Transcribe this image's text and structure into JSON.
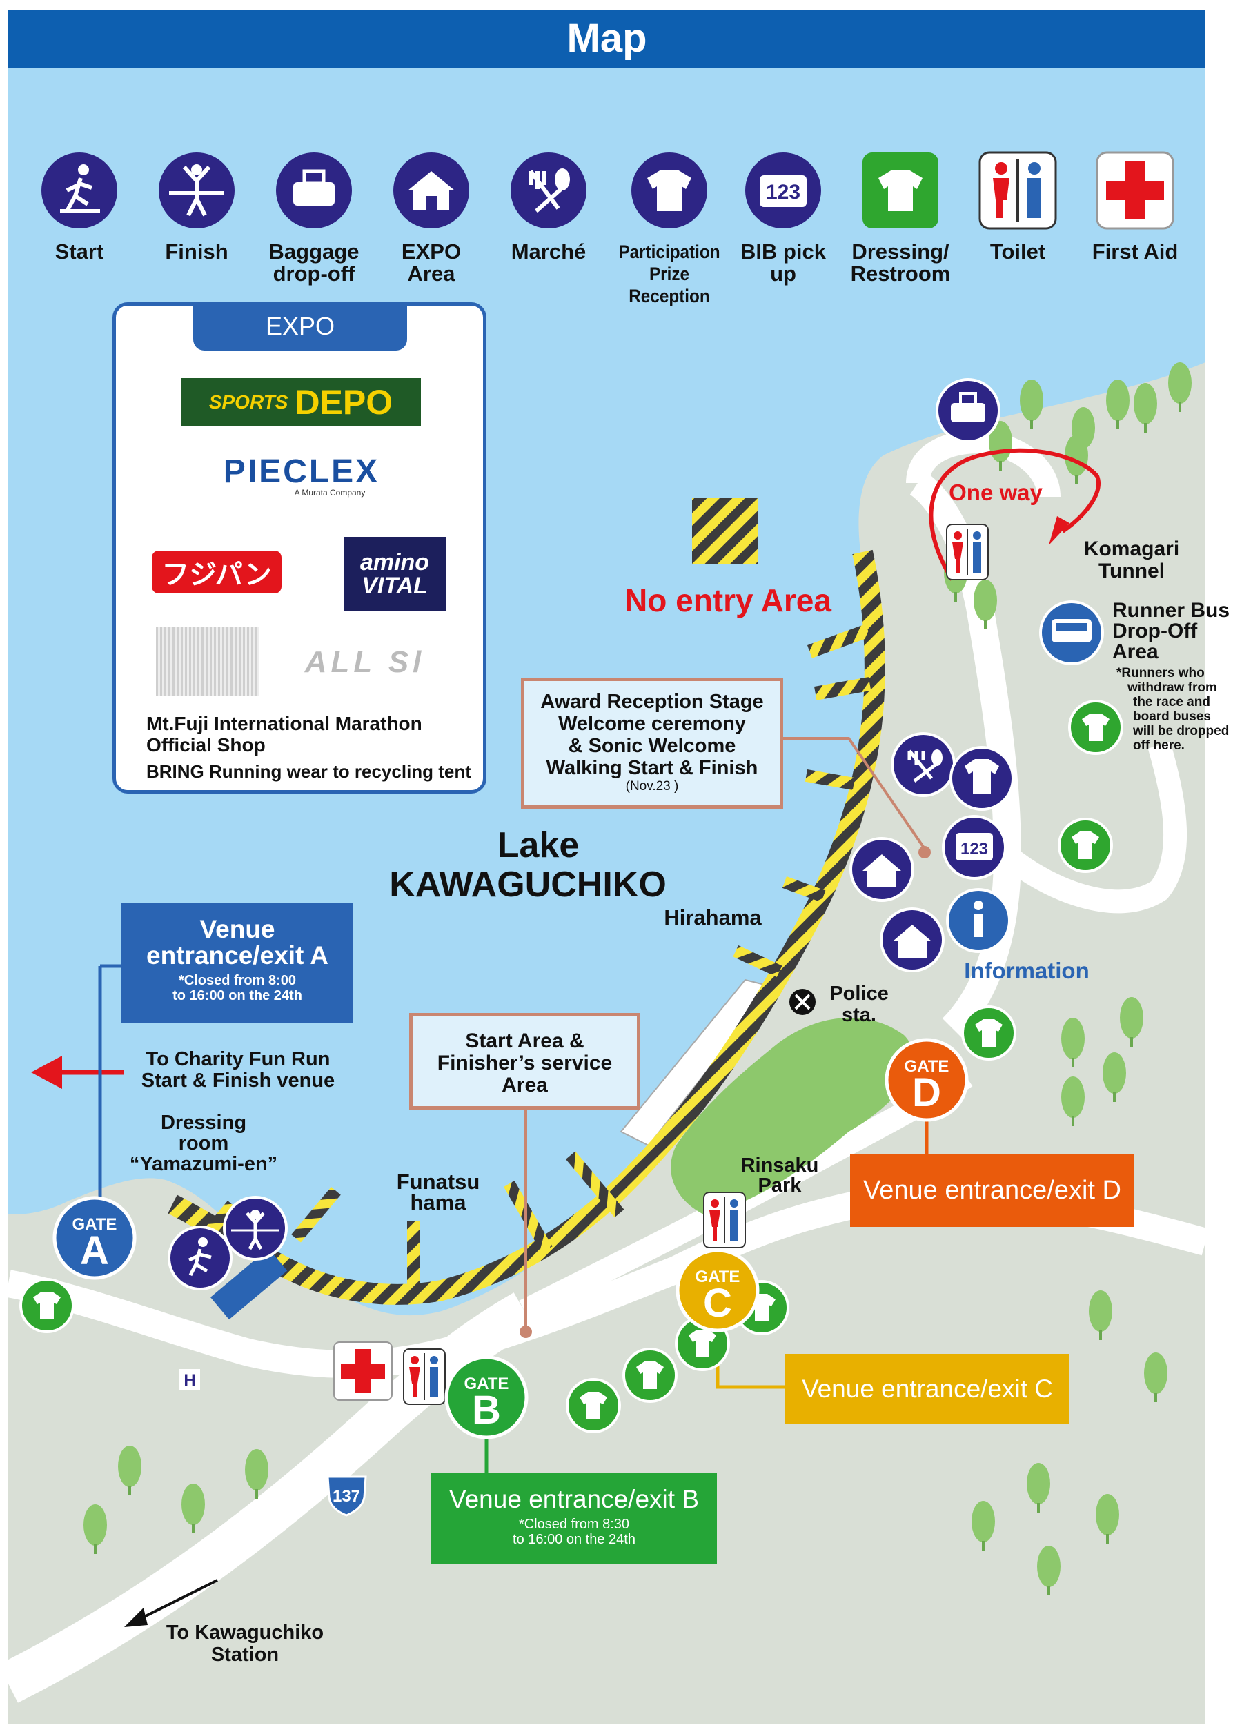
{
  "header": {
    "title": "Map"
  },
  "legend": [
    {
      "label": "Start",
      "icon": "runner-icon"
    },
    {
      "label": "Finish",
      "icon": "finish-tape-icon"
    },
    {
      "label": "Baggage drop-off",
      "icon": "baggage-icon"
    },
    {
      "label": "EXPO Area",
      "icon": "tent-icon"
    },
    {
      "label": "Marché",
      "icon": "fork-spoon-icon"
    },
    {
      "label": "Participation Prize Reception",
      "icon": "tshirt-icon"
    },
    {
      "label": "BIB pick up",
      "icon": "bib-123-icon"
    },
    {
      "label": "Dressing/ Restroom",
      "icon": "dressing-icon"
    },
    {
      "label": "Toilet",
      "icon": "toilet-icon"
    },
    {
      "label": "First Aid",
      "icon": "first-aid-cross-icon"
    }
  ],
  "legend_bib_text": "123",
  "expo": {
    "title": "EXPO",
    "logos": {
      "sports_depo_a": "SPORTS",
      "sports_depo_b": "DEPO",
      "pieclex": "PIECLEX",
      "pieclex_sub": "A Murata Company",
      "fujipan": "フジパン",
      "amino_a": "amino",
      "amino_b": "VITAL",
      "all_sports": "ALL Sl"
    },
    "shop_line1": "Mt.Fuji International Marathon",
    "shop_line2": "Official Shop",
    "recycle_line": "BRING Running wear to recycling tent"
  },
  "map": {
    "lake_line1": "Lake",
    "lake_line2": "KAWAGUCHIKO",
    "no_entry": "No entry Area",
    "one_way": "One way",
    "komagari_1": "Komagari",
    "komagari_2": "Tunnel",
    "bus_1": "Runner Bus",
    "bus_2": "Drop-Off",
    "bus_3": "Area",
    "bus_note_1": "*Runners who",
    "bus_note_2": "withdraw from",
    "bus_note_3": "the race and",
    "bus_note_4": "board buses",
    "bus_note_5": "will be dropped",
    "bus_note_6": "off here.",
    "award_1": "Award Reception Stage",
    "award_2": "Welcome ceremony",
    "award_3": "& Sonic Welcome",
    "award_4": "Walking Start & Finish",
    "award_5": "(Nov.23 )",
    "hirahama": "Hirahama",
    "information": "Information",
    "police_1": "Police",
    "police_2": "sta.",
    "start_area_1": "Start Area &",
    "start_area_2": "Finisher’s service",
    "start_area_3": "Area",
    "charity_1": "To Charity Fun Run",
    "charity_2": "Start & Finish venue",
    "dressing_1": "Dressing",
    "dressing_2": "room",
    "dressing_3": "“Yamazumi-en”",
    "funatsu_1": "Funatsu",
    "funatsu_2": "hama",
    "rinsaku_1": "Rinsaku",
    "rinsaku_2": "Park",
    "route": "137",
    "station_1": "To Kawaguchiko",
    "station_2": "Station",
    "hotel": "H",
    "bib": "123"
  },
  "gates": {
    "gate_word": "GATE",
    "a": {
      "letter": "A",
      "label_1": "Venue",
      "label_2": "entrance/exit A",
      "note_1": "*Closed from 8:00",
      "note_2": "to 16:00 on the 24th"
    },
    "b": {
      "letter": "B",
      "label": "Venue entrance/exit B",
      "note_1": "*Closed from 8:30",
      "note_2": "to 16:00 on the 24th"
    },
    "c": {
      "letter": "C",
      "label": "Venue entrance/exit C"
    },
    "d": {
      "letter": "D",
      "label": "Venue entrance/exit D"
    }
  },
  "colors": {
    "header": "#0d5fb0",
    "lake": "#a6d9f5",
    "land": "#d9dfd6",
    "road": "#ffffff",
    "park": "#8dc86c",
    "icon_purple": "#2d2585",
    "dressing_green": "#2fa62f",
    "first_aid_red": "#e3151c",
    "no_entry_red": "#e3151c",
    "gate_a": "#2a64b3",
    "gate_b": "#25a537",
    "gate_c": "#e8b000",
    "gate_d": "#ea5b0c",
    "callout_border": "#c98670"
  }
}
